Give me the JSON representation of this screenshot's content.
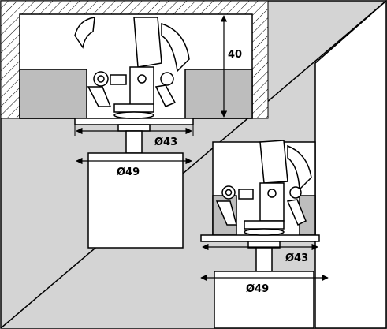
{
  "diagram": {
    "labels": {
      "depth_top": "40",
      "d43_top": "Ø43",
      "d49_top": "Ø49",
      "d43_bottom": "Ø43",
      "d49_bottom": "Ø49"
    },
    "colors": {
      "background": "#d4d4d4",
      "panel_light": "#ffffff",
      "block_grey": "#bdbdbd",
      "stroke": "#000000"
    }
  }
}
